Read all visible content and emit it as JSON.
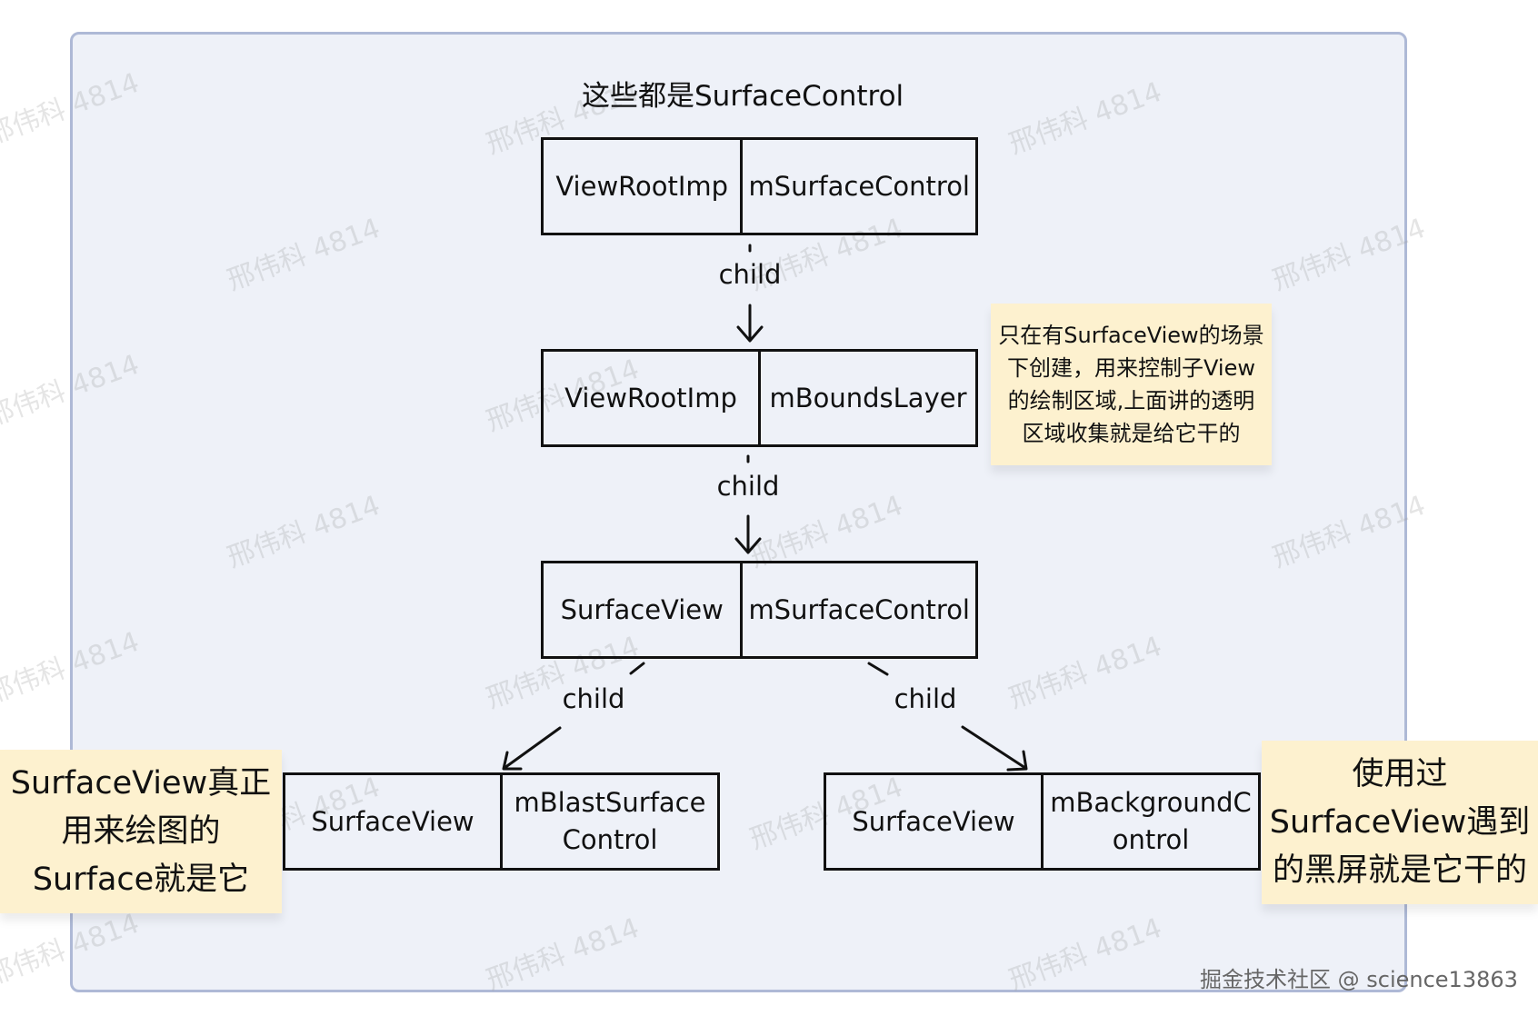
{
  "title": "这些都是SurfaceControl",
  "nodes": [
    {
      "left": "ViewRootImp",
      "right": "mSurfaceControl"
    },
    {
      "left": "ViewRootImp",
      "right": "mBoundsLayer"
    },
    {
      "left": "SurfaceView",
      "right": "mSurfaceControl"
    },
    {
      "left": "SurfaceView",
      "right": "mBlastSurfaceControl"
    },
    {
      "left": "SurfaceView",
      "right": "mBackgroundControl"
    }
  ],
  "edge_label": "child",
  "notes": {
    "bounds_layer": "只在有SurfaceView的场景下创建，用来控制子View的绘制区域,上面讲的透明区域收集就是给它干的",
    "blast": "SurfaceView真正用来绘图的Surface就是它",
    "background": "使用过SurfaceView遇到的黑屏就是它干的"
  },
  "watermark": "邢伟科 4814",
  "credit": "掘金技术社区 @ science13863"
}
